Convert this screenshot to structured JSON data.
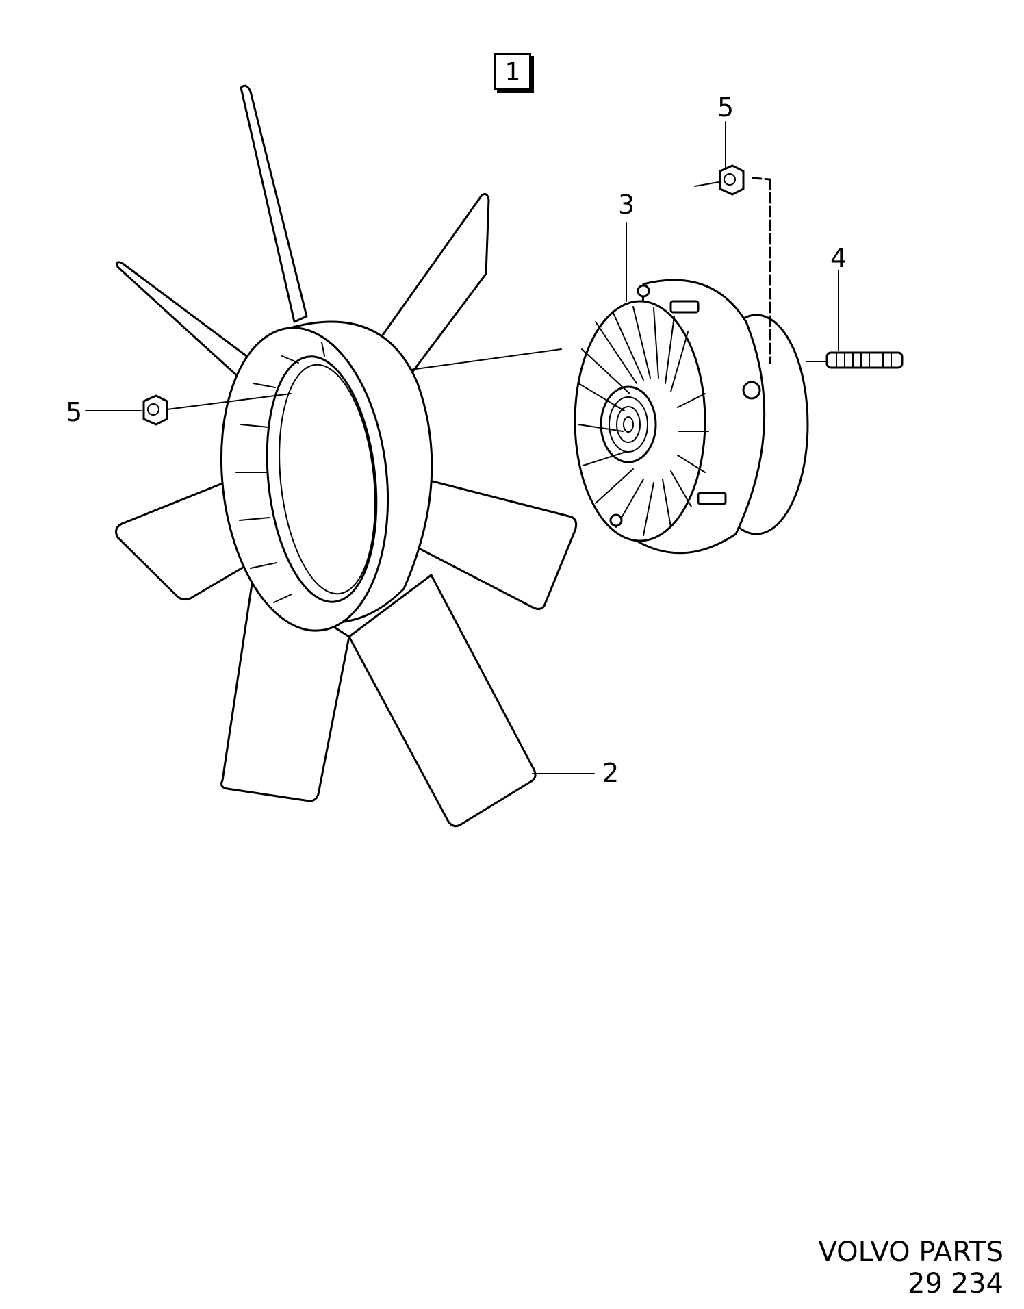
{
  "diagram": {
    "group_number": "1",
    "callouts": {
      "fan": "2",
      "fan_clutch": "3",
      "stud": "4",
      "nut_top": "5",
      "nut_left": "5"
    }
  },
  "footer": {
    "brand": "VOLVO PARTS",
    "drawing_number": "29 234"
  }
}
